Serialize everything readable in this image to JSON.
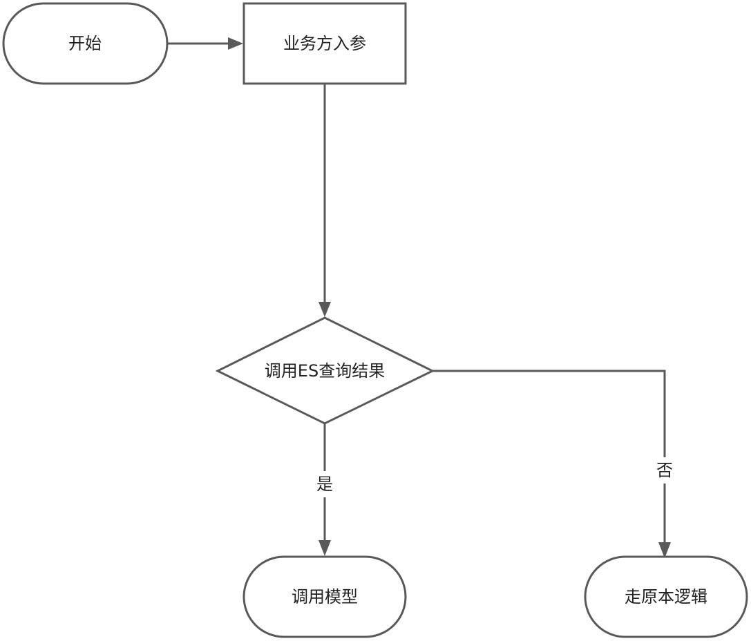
{
  "diagram": {
    "colors": {
      "stroke": "#595959",
      "fill": "#ffffff",
      "text": "#222222"
    },
    "nodes": {
      "start": {
        "label": "开始",
        "shape": "terminal"
      },
      "input": {
        "label": "业务方入参",
        "shape": "process"
      },
      "decision": {
        "label": "调用ES查询结果",
        "shape": "decision"
      },
      "call_model": {
        "label": "调用模型",
        "shape": "terminal"
      },
      "original_logic": {
        "label": "走原本逻辑",
        "shape": "terminal"
      }
    },
    "edges": {
      "start_to_input": {
        "from": "start",
        "to": "input",
        "label": ""
      },
      "input_to_decision": {
        "from": "input",
        "to": "decision",
        "label": ""
      },
      "decision_yes": {
        "from": "decision",
        "to": "call_model",
        "label": "是"
      },
      "decision_no": {
        "from": "decision",
        "to": "original_logic",
        "label": "否"
      }
    }
  }
}
